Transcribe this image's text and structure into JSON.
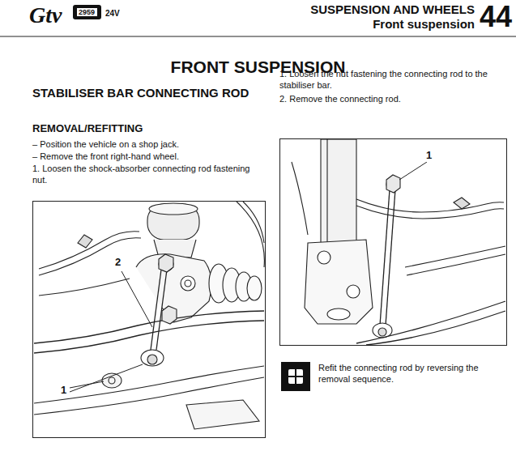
{
  "diagram": {
    "title": "FRONT SUSPENSION",
    "nodes": [
      {
        "text": [
          "2959"
        ]
      }
    ],
    "labels": [
      "Gtv",
      "24V",
      "SUSPENSION AND WHEELS",
      "Front suspension",
      "44",
      "STABILISER BAR CONNECTING ROD",
      "REMOVAL/REFITTING",
      "– Position the vehicle on a shop jack.",
      "– Remove the front right-hand wheel.",
      "1. Loosen the shock-absorber connecting rod fastening nut.",
      "2",
      "1",
      "1. Loosen the nut fastening the connecting rod to the stabiliser bar.",
      "2. Remove the connecting rod.",
      "1",
      "Refit the connecting rod by reversing the removal sequence."
    ]
  }
}
